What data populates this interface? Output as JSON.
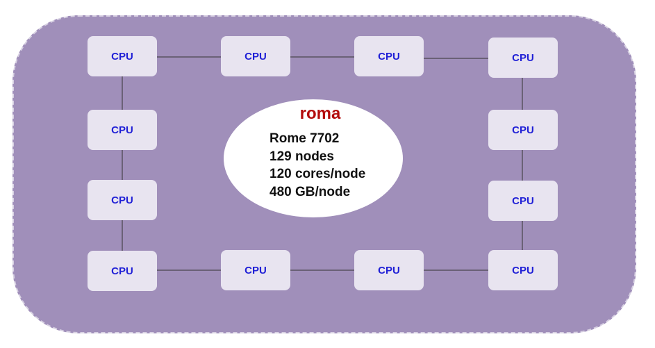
{
  "cluster": {
    "name": "roma",
    "details": [
      "Rome 7702",
      "129 nodes",
      "120 cores/node",
      "480 GB/node"
    ],
    "cpu_label": "CPU",
    "cpu_count": 12
  },
  "colors": {
    "cluster_fill": "#a08fba",
    "cpu_box": "#e8e4f0",
    "cpu_text": "#1f1fd6",
    "title_text": "#b30d0d",
    "link_line": "#333333"
  }
}
